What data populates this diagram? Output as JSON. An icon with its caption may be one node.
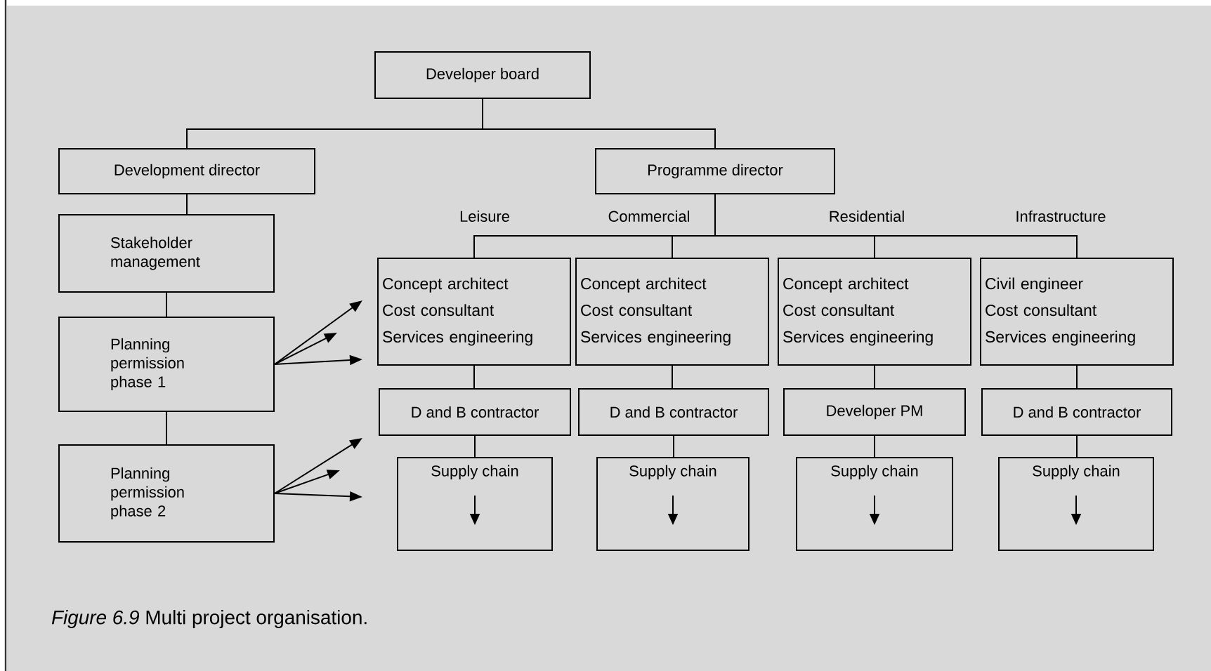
{
  "diagram": {
    "caption": "*Figure 6.9* Multi project organisation.",
    "nodes": [
      {
        "text": [
          "Developer board"
        ]
      },
      {
        "text": [
          "Development director"
        ]
      },
      {
        "text": [
          "Programme director"
        ]
      },
      {
        "text": [
          "Stakeholder management"
        ]
      },
      {
        "text": [
          "Planning permission phase 1"
        ]
      },
      {
        "text": [
          "Planning permission phase 2"
        ]
      },
      {
        "text": [
          "Concept architect",
          "Cost consultant",
          "Services engineering"
        ]
      },
      {
        "text": [
          "Concept architect",
          "Cost consultant",
          "Services engineering"
        ]
      },
      {
        "text": [
          "Concept architect",
          "Cost consultant",
          "Services engineering"
        ]
      },
      {
        "text": [
          "Civil engineer",
          "Cost consultant",
          "Services engineering"
        ]
      },
      {
        "text": [
          "D and B contractor"
        ]
      },
      {
        "text": [
          "D and B contractor"
        ]
      },
      {
        "text": [
          "Developer PM"
        ]
      },
      {
        "text": [
          "D and B contractor"
        ]
      },
      {
        "text": [
          "Supply chain"
        ]
      },
      {
        "text": [
          "Supply chain"
        ]
      },
      {
        "text": [
          "Supply chain"
        ]
      },
      {
        "text": [
          "Supply chain"
        ]
      }
    ],
    "edges": [
      {
        "from": 0,
        "to": 1,
        "arrow": "none"
      },
      {
        "from": 0,
        "to": 2,
        "arrow": "none"
      },
      {
        "from": 1,
        "to": 3,
        "arrow": "none"
      },
      {
        "from": 3,
        "to": 4,
        "arrow": "none"
      },
      {
        "from": 4,
        "to": 5,
        "arrow": "none"
      },
      {
        "from": 4,
        "to": null,
        "arrow": "to"
      },
      {
        "from": 4,
        "to": null,
        "arrow": "to"
      },
      {
        "from": 4,
        "to": null,
        "arrow": "to"
      },
      {
        "from": 5,
        "to": null,
        "arrow": "to"
      },
      {
        "from": 5,
        "to": null,
        "arrow": "to"
      },
      {
        "from": 5,
        "to": null,
        "arrow": "to"
      },
      {
        "from": 2,
        "to": 6,
        "arrow": "none",
        "label": "Leisure"
      },
      {
        "from": 2,
        "to": 7,
        "arrow": "none",
        "label": "Commercial"
      },
      {
        "from": 2,
        "to": 8,
        "arrow": "none",
        "label": "Residential"
      },
      {
        "from": 2,
        "to": 9,
        "arrow": "none",
        "label": "Infrastructure"
      },
      {
        "from": 6,
        "to": 10,
        "arrow": "none"
      },
      {
        "from": 7,
        "to": 11,
        "arrow": "none"
      },
      {
        "from": 8,
        "to": 12,
        "arrow": "none"
      },
      {
        "from": 9,
        "to": 13,
        "arrow": "none"
      },
      {
        "from": 10,
        "to": 14,
        "arrow": "none"
      },
      {
        "from": 11,
        "to": 15,
        "arrow": "none"
      },
      {
        "from": 12,
        "to": 16,
        "arrow": "none"
      },
      {
        "from": 13,
        "to": 17,
        "arrow": "none"
      }
    ]
  }
}
